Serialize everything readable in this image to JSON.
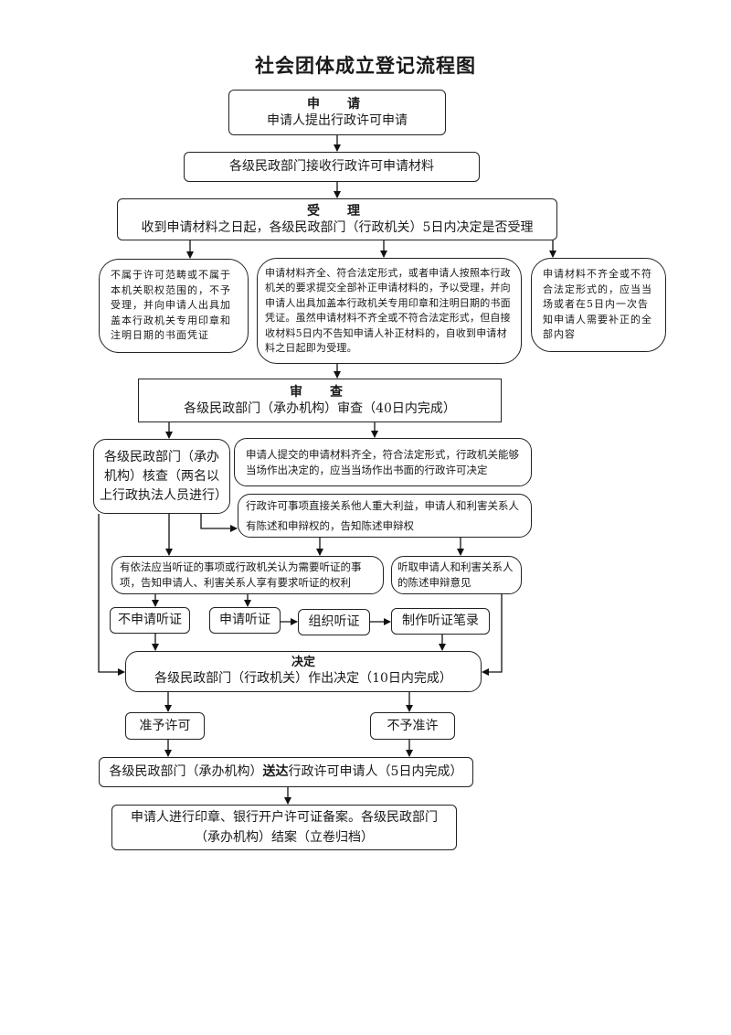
{
  "title": "社会团体成立登记流程图",
  "steps": {
    "apply": {
      "heading": "申　请",
      "text": "申请人提出行政许可申请"
    },
    "receive": {
      "text": "各级民政部门接收行政许可申请材料"
    },
    "accept": {
      "heading": "受　理",
      "text": "收到申请材料之日起，各级民政部门（行政机关）5日内决定是否受理"
    },
    "reject_scope": {
      "text": "不属于许可范畴或不属于本机关职权范围的，不予受理，并向申请人出具加盖本行政机关专用印章和注明日期的书面凭证"
    },
    "accept_complete": {
      "text": "申请材料齐全、符合法定形式，或者申请人按照本行政机关的要求提交全部补正申请材料的，予以受理，并向申请人出具加盖本行政机关专用印章和注明日期的书面凭证。虽然申请材料不齐全或不符合法定形式，但自接收材料5日内不告知申请人补正材料的，自收到申请材料之日起即为受理。"
    },
    "incomplete": {
      "text": "申请材料不齐全或不符合法定形式的，应当当场或者在5日内一次告知申请人需要补正的全部内容"
    },
    "review": {
      "heading": "审　查",
      "text": "各级民政部门（承办机构）审查（40日内完成）"
    },
    "verify": {
      "text": "各级民政部门（承办机构）核查（两名以上行政执法人员进行）"
    },
    "onsite_decision": {
      "text": "申请人提交的申请材料齐全，符合法定形式，行政机关能够当场作出决定的，应当当场作出书面的行政许可决定"
    },
    "notify_statement": {
      "text": "行政许可事项直接关系他人重大利益，申请人和利害关系人有陈述和申辩权的，告知陈述申辩权"
    },
    "hearing_notice": {
      "text": "有依法应当听证的事项或行政机关认为需要听证的事项，告知申请人、利害关系人享有要求听证的权利"
    },
    "hear_statement": {
      "text": "听取申请人和利害关系人的陈述申辩意见"
    },
    "no_hearing": {
      "text": "不申请听证"
    },
    "request_hearing": {
      "text": "申请听证"
    },
    "organize_hearing": {
      "text": "组织听证"
    },
    "hearing_record": {
      "text": "制作听证笔录"
    },
    "decision": {
      "heading": "决定",
      "text": "各级民政部门（行政机关）作出决定（10日内完成）"
    },
    "grant": {
      "text": "准予许可"
    },
    "deny": {
      "text": "不予准许"
    },
    "deliver": {
      "text_pre": "各级民政部门（承办机构）",
      "text_bold": "送达",
      "text_post": "行政许可申请人（5日内完成）"
    },
    "close": {
      "text": "申请人进行印章、银行开户许可证备案。各级民政部门（承办机构）结案（立卷归档）"
    }
  }
}
